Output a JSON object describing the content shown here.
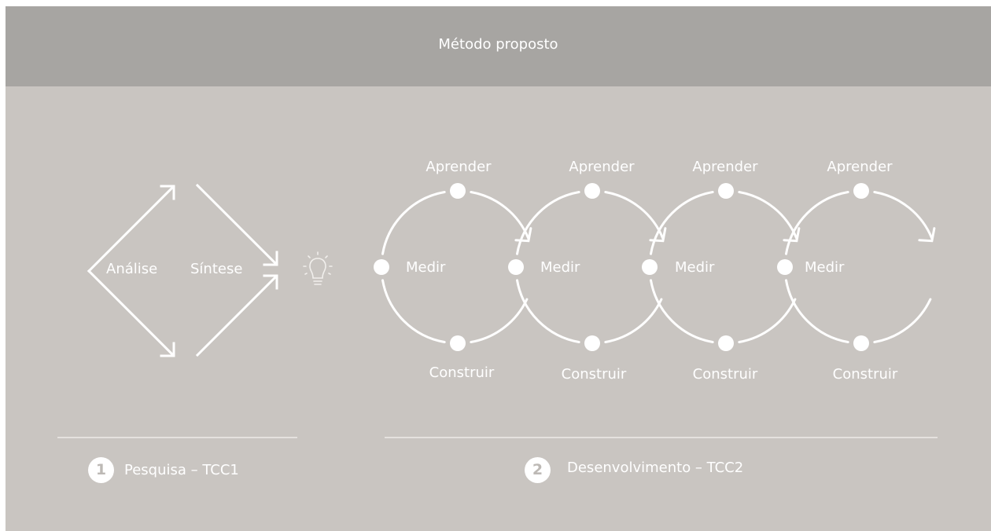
{
  "header": {
    "title": "Método proposto"
  },
  "research": {
    "analysis_label": "Análise",
    "synthesis_label": "Síntese",
    "idea_icon": "lightbulb-icon"
  },
  "cycles": [
    {
      "learn": "Aprender",
      "measure": "Medir",
      "build": "Construir"
    },
    {
      "learn": "Aprender",
      "measure": "Medir",
      "build": "Construir"
    },
    {
      "learn": "Aprender",
      "measure": "Medir",
      "build": "Construir"
    },
    {
      "learn": "Aprender",
      "measure": "Medir",
      "build": "Construir"
    }
  ],
  "phases": [
    {
      "number": "1",
      "label": "Pesquisa – TCC1"
    },
    {
      "number": "2",
      "label": "Desenvolvimento – TCC2"
    }
  ],
  "colors": {
    "background": "#c9c5c1",
    "header": "#a7a5a2",
    "foreground": "#ffffff",
    "divider": "#e4e1de"
  }
}
